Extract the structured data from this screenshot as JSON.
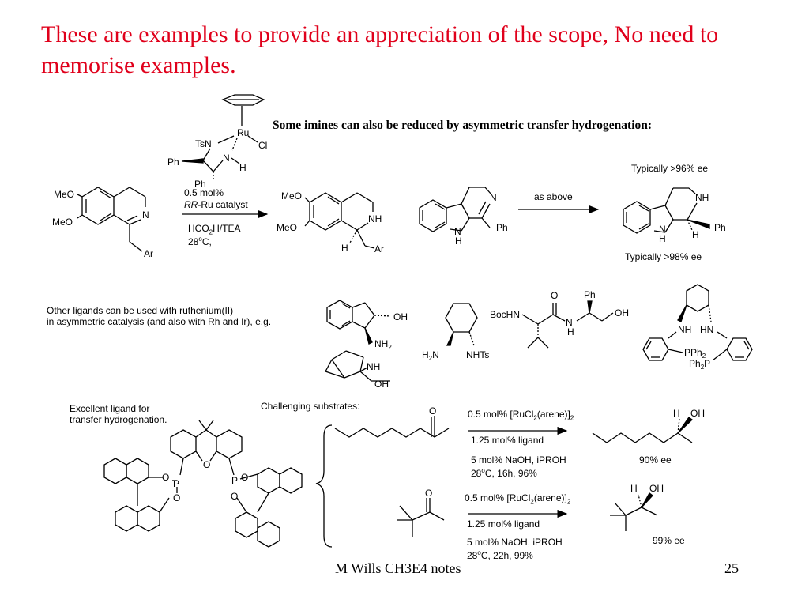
{
  "slide": {
    "title": "These are examples to provide an appreciation of the scope, No need to memorise examples.",
    "footer": "M Wills CH3E4 notes",
    "page_number": "25",
    "accent_color": "#e0001b"
  },
  "imines": {
    "heading": "Some imines can also be reduced by asymmetric transfer hydrogenation:",
    "catalyst": {
      "ring_label": "Ru",
      "ts_label": "TsN",
      "cl_label": "Cl",
      "ph_label": "Ph",
      "n_label": "N",
      "h_label": "H"
    },
    "reaction1": {
      "conditions_line1": "0.5 mol%",
      "conditions_line2_italic": "RR",
      "conditions_line2_rest": "-Ru catalyst",
      "conditions_line3": "HCO2H/TEA",
      "conditions_line4": "28oC,",
      "meo": "MeO",
      "n": "N",
      "nh": "NH",
      "h": "H",
      "ar": "Ar"
    },
    "reaction2": {
      "arrow_label": "as above",
      "ee_top": "Typically >96% ee",
      "ee_bottom": "Typically >98% ee",
      "n": "N",
      "nh": "NH",
      "h": "H",
      "ph": "Ph"
    }
  },
  "ligands": {
    "note_line1": "Other ligands can be used with ruthenium(II)",
    "note_line2": "in asymmetric catalysis (and also with Rh and Ir), e.g.",
    "labels": {
      "oh": "OH",
      "nh2": "NH2",
      "nh": "NH",
      "h2n": "H2N",
      "nhts": "NHTs",
      "bochn": "BocHN",
      "o": "O",
      "ph": "Ph",
      "n": "N",
      "h": "H",
      "pph2": "PPh2",
      "ph2p": "Ph2P",
      "hn": "HN"
    }
  },
  "ketones": {
    "ligand_note_line1": "Excellent ligand for",
    "ligand_note_line2": "transfer hydrogenation.",
    "challenging": "Challenging substrates:",
    "rxn1": {
      "cat": "0.5 mol% [RuCl2(arene)]2",
      "ligand": "1.25 mol% ligand",
      "base": "5 mol% NaOH, iPROH",
      "temp": "28oC, 16h, 96%",
      "ee": "90% ee"
    },
    "rxn2": {
      "cat": "0.5 mol% [RuCl2(arene)]2",
      "ligand": "1.25 mol% ligand",
      "base": "5 mol% NaOH, iPROH",
      "temp": "28oC, 22h, 99%",
      "ee": "99% ee"
    },
    "labels": {
      "o": "O",
      "p": "P",
      "h": "H",
      "oh": "OH"
    }
  }
}
